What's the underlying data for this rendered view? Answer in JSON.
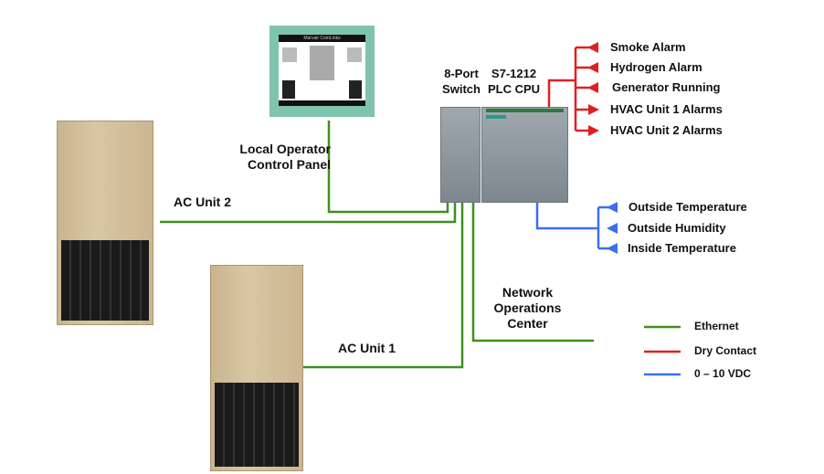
{
  "labels": {
    "panel": "Local Operator Control Panel",
    "ac2": "AC Unit 2",
    "ac1": "AC Unit 1",
    "switch": "8-Port Switch",
    "plc": "S7-1212 PLC CPU",
    "noc": "Network Operations Center"
  },
  "hmi_title": "Marvair ComLinks",
  "dry_contacts": [
    {
      "label": "Smoke Alarm",
      "direction": "input"
    },
    {
      "label": "Hydrogen Alarm",
      "direction": "input"
    },
    {
      "label": "Generator Running",
      "direction": "input"
    },
    {
      "label": "HVAC Unit 1 Alarms",
      "direction": "output"
    },
    {
      "label": "HVAC Unit 2 Alarms",
      "direction": "output"
    }
  ],
  "analog": [
    {
      "label": "Outside Temperature"
    },
    {
      "label": "Outside Humidity"
    },
    {
      "label": "Inside Temperature"
    }
  ],
  "legend": [
    {
      "label": "Ethernet",
      "color": "#3f8f1f"
    },
    {
      "label": "Dry Contact",
      "color": "#e02020"
    },
    {
      "label": "0 – 10 VDC",
      "color": "#3b6ef0"
    }
  ]
}
